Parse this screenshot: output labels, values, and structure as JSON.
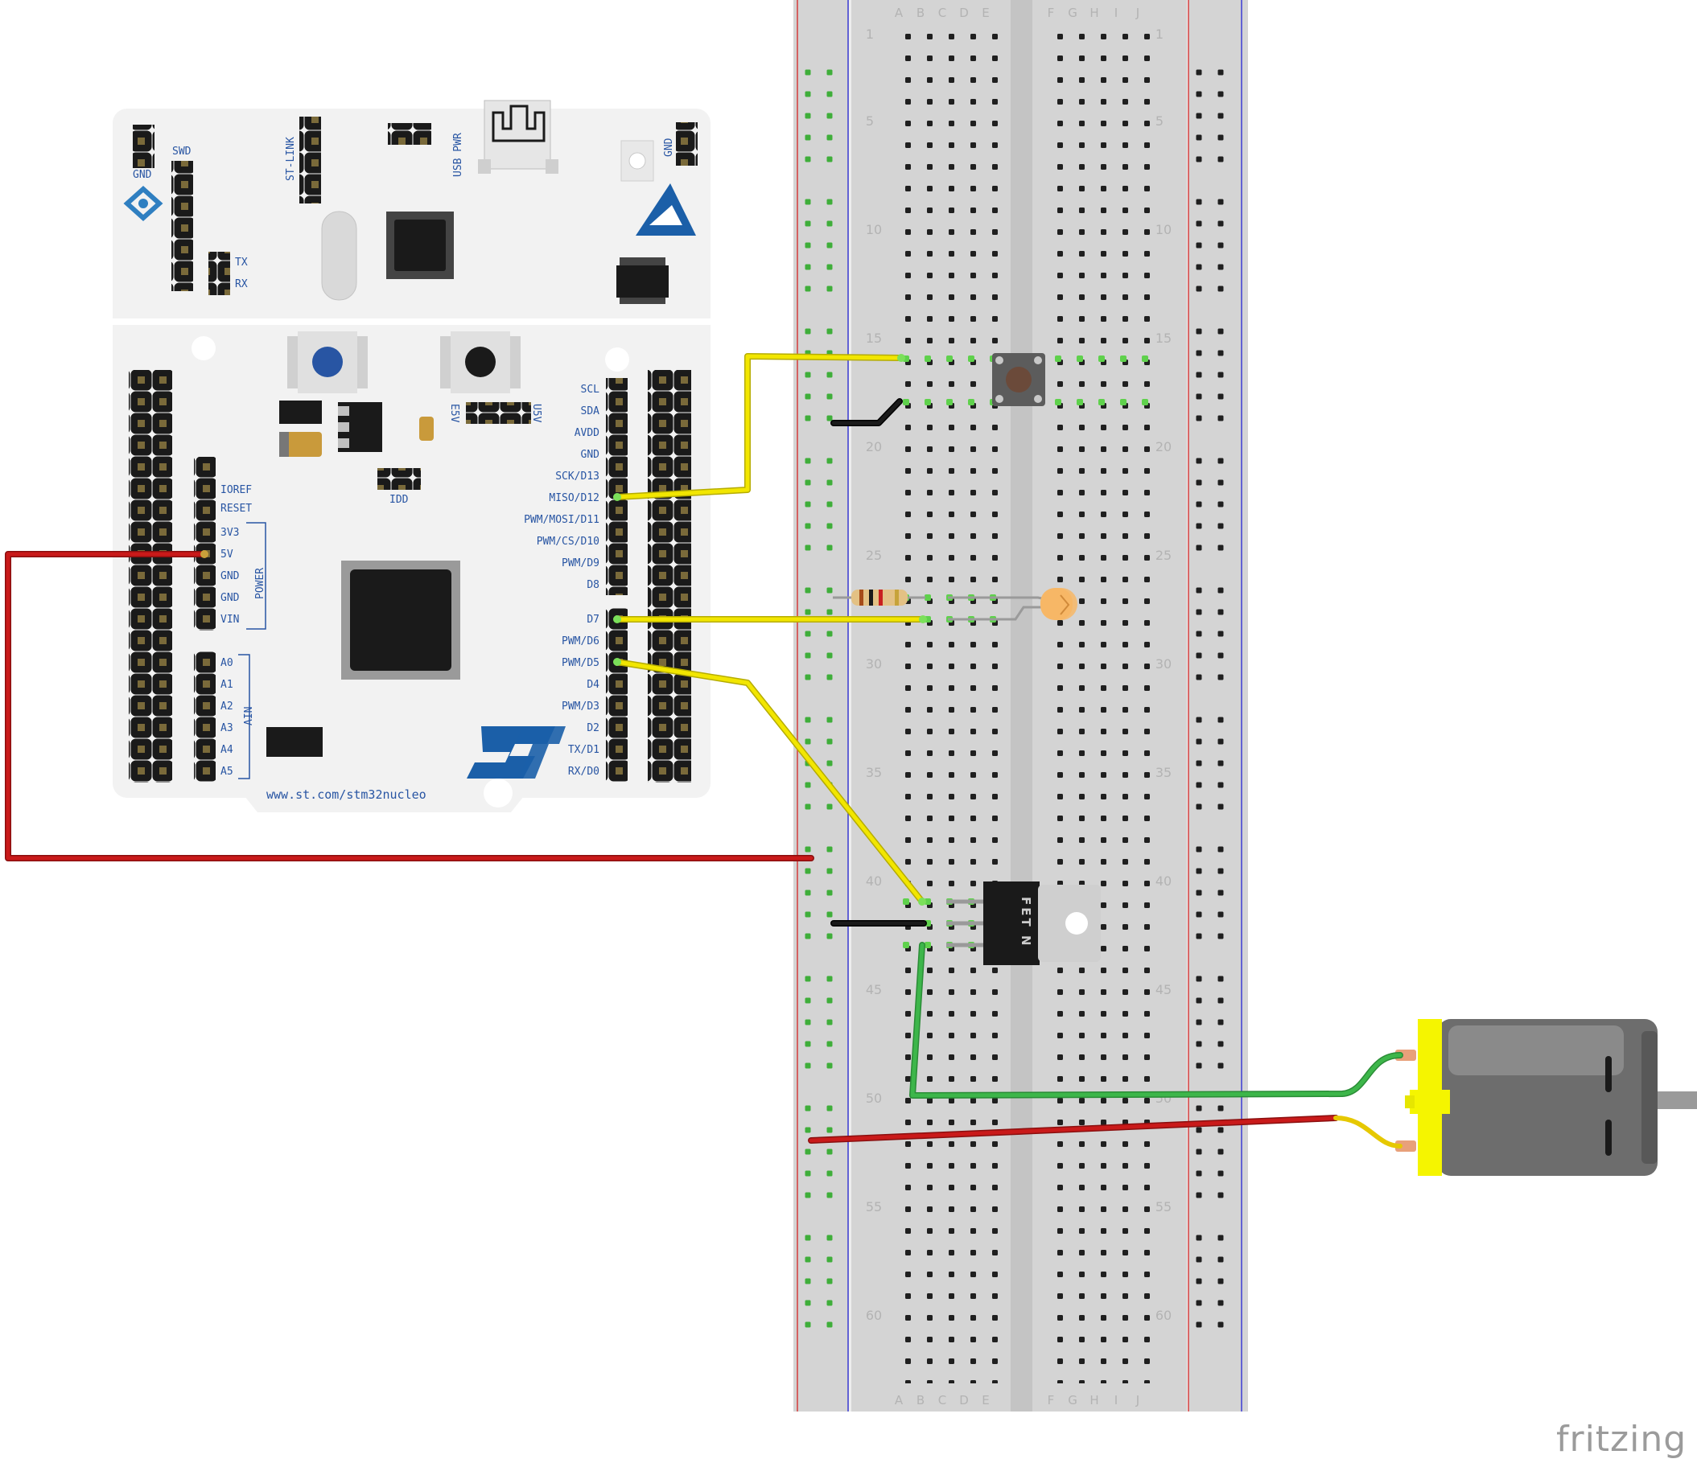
{
  "breadboard": {
    "column_letters_left": [
      "A",
      "B",
      "C",
      "D",
      "E"
    ],
    "column_letters_right": [
      "F",
      "G",
      "H",
      "I",
      "J"
    ],
    "row_numbers": [
      "1",
      "5",
      "10",
      "15",
      "20",
      "25",
      "30",
      "35",
      "40",
      "45",
      "50",
      "55",
      "60"
    ]
  },
  "nucleo": {
    "labels": {
      "gnd_top_left": "GND",
      "swd": "SWD",
      "st_link": "ST-LINK",
      "usb_pwr": "USB PWR",
      "gnd_top_right": "GND",
      "tx": "TX",
      "rx": "RX",
      "e5v": "E5V",
      "u5v": "U5V",
      "idd": "IDD",
      "power": "POWER",
      "ain": "AIN",
      "url": "www.st.com/stm32nucleo"
    },
    "power_pins": [
      "IOREF",
      "RESET",
      "3V3",
      "5V",
      "GND",
      "GND",
      "VIN"
    ],
    "analog_pins": [
      "A0",
      "A1",
      "A2",
      "A3",
      "A4",
      "A5"
    ],
    "digital_pins_upper": [
      "SCL",
      "SDA",
      "AVDD",
      "GND",
      "SCK/D13",
      "MISO/D12",
      "PWM/MOSI/D11",
      "PWM/CS/D10",
      "PWM/D9",
      "D8"
    ],
    "digital_pins_lower": [
      "D7",
      "PWM/D6",
      "PWM/D5",
      "D4",
      "PWM/D3",
      "D2",
      "TX/D1",
      "RX/D0"
    ]
  },
  "components": {
    "fet_label": "FET N"
  },
  "colors": {
    "wire_red": "#c91a1a",
    "wire_yellow": "#f2e600",
    "wire_green": "#3db64a",
    "wire_black": "#1a1a1a",
    "pin_blue": "#2855a3",
    "motor_yellow": "#f5f500",
    "motor_gray": "#6d6d6d"
  },
  "footer": {
    "logo": "fritzing"
  }
}
